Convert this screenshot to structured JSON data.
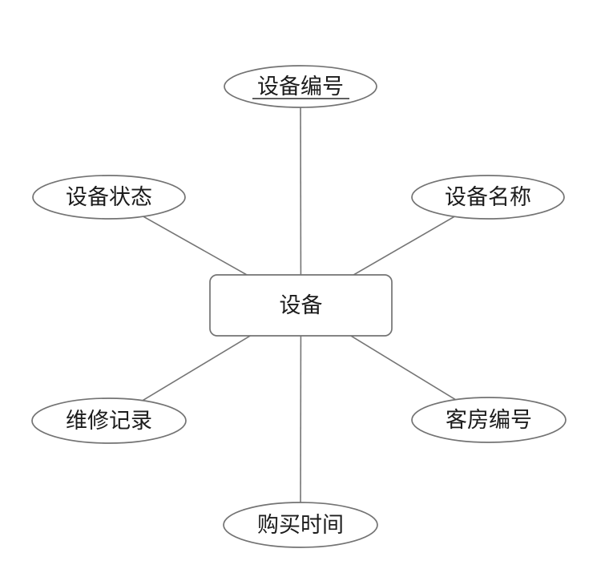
{
  "diagram": {
    "type": "er-attribute-diagram",
    "entity": {
      "label": "设备"
    },
    "attributes": {
      "top": {
        "label": "设备编号",
        "primary_key": true
      },
      "upper_left": {
        "label": "设备状态",
        "primary_key": false
      },
      "upper_right": {
        "label": "设备名称",
        "primary_key": false
      },
      "lower_left": {
        "label": "维修记录",
        "primary_key": false
      },
      "lower_right": {
        "label": "客房编号",
        "primary_key": false
      },
      "bottom": {
        "label": "购买时间",
        "primary_key": false
      }
    },
    "colors": {
      "background": "#ffffff",
      "shape_stroke": "#737373",
      "connector_stroke": "#757575",
      "text": "#1c1c1c"
    }
  }
}
